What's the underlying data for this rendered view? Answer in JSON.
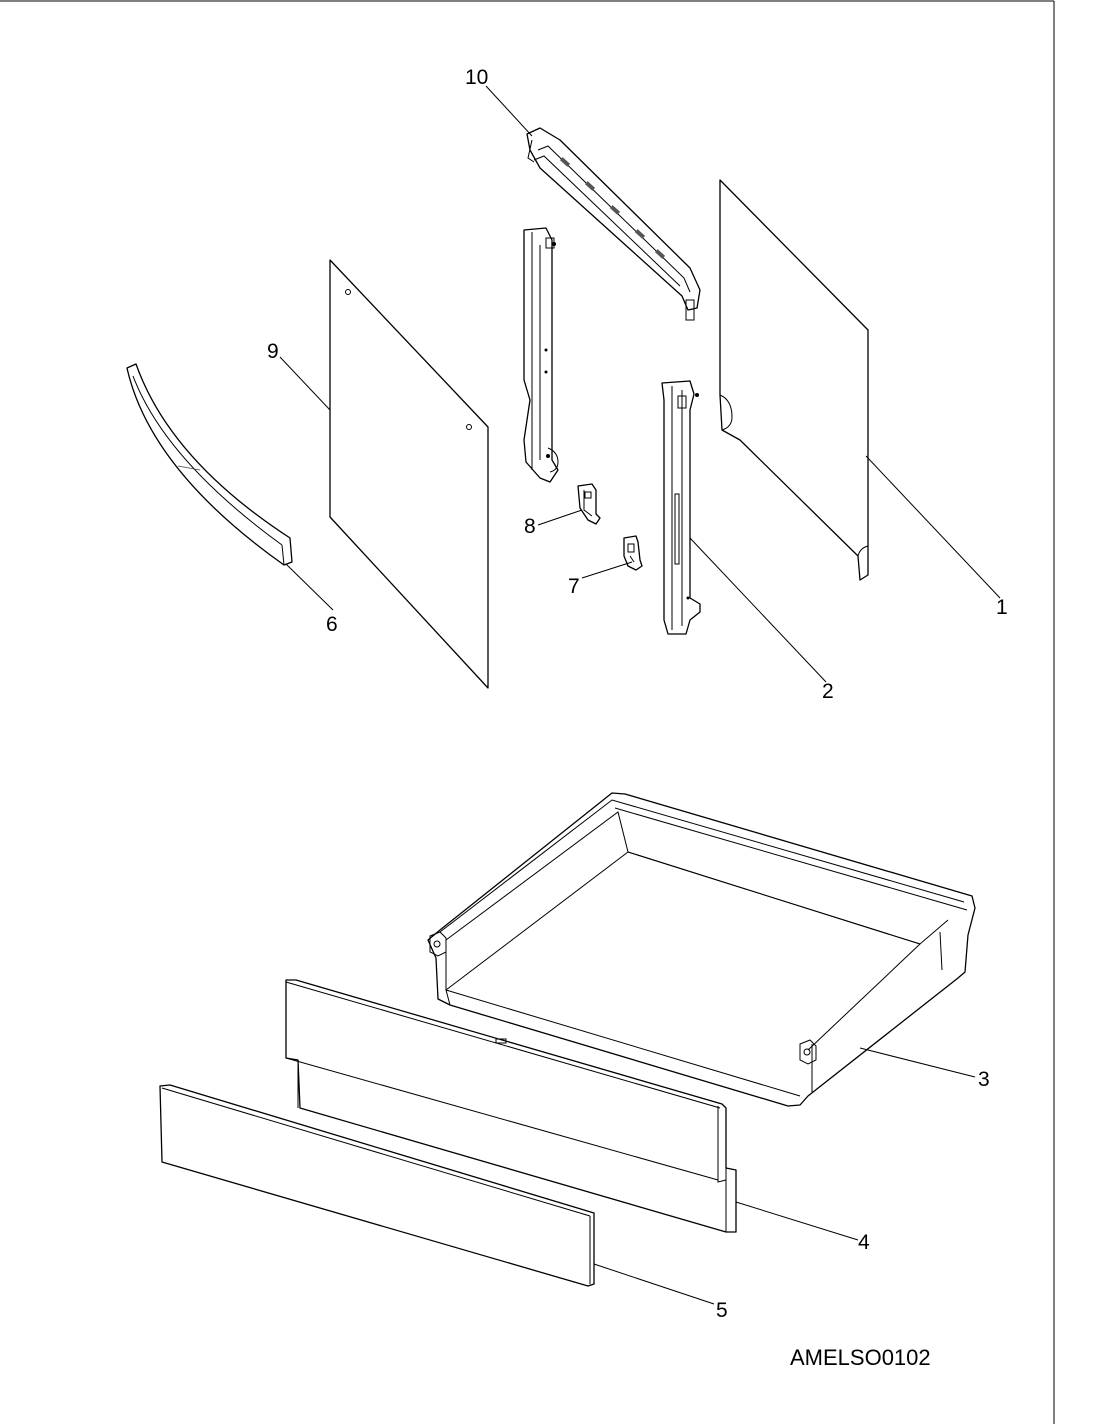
{
  "callouts": {
    "p1": "1",
    "p2": "2",
    "p3": "3",
    "p4": "4",
    "p5": "5",
    "p6": "6",
    "p7": "7",
    "p8": "8",
    "p9": "9",
    "p10": "10"
  },
  "drawing_code": "AMELSO0102",
  "colors": {
    "line": "#000000",
    "background": "#ffffff"
  }
}
